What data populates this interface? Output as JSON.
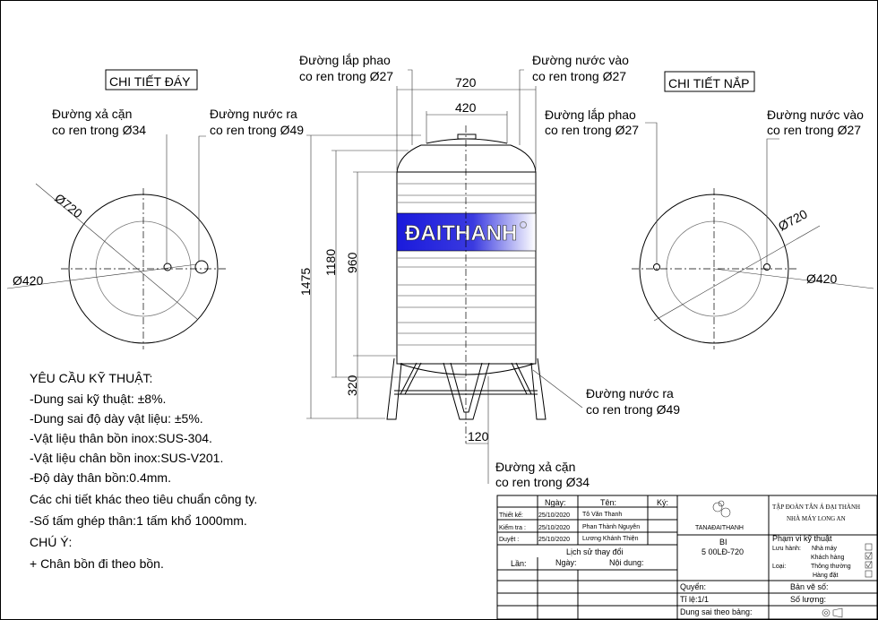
{
  "labels": {
    "bottom_detail": "CHI TIẾT ĐÁY",
    "lid_detail": "CHI TIẾT NẮP",
    "float_top_1": "Đường lắp phao",
    "float_top_2": "co ren trong Ø27",
    "inlet_top_1": "Đường nước vào",
    "inlet_top_2": "co ren trong Ø27",
    "drain_left_1": "Đường xả cặn",
    "drain_left_2": "co ren trong Ø34",
    "outlet_left_1": "Đường nước ra",
    "outlet_left_2": "co ren trong Ø49",
    "float_right_1": "Đường lắp phao",
    "float_right_2": "co ren trong Ø27",
    "inlet_right_1": "Đường nước vào",
    "inlet_right_2": "co ren trong Ø27",
    "outlet_mid_1": "Đường nước ra",
    "outlet_mid_2": "co ren trong Ø49",
    "drain_bot_1": "Đường xả cặn",
    "drain_bot_2": "co ren trong Ø34",
    "brand": "ĐAITHANH"
  },
  "dimensions": {
    "width_outer": "720",
    "width_lid": "420",
    "h_total": "1475",
    "h_body": "1180",
    "h_cyl": "960",
    "h_leg": "320",
    "drain_offset": "120",
    "left_d_outer": "Ø720",
    "left_d_inner": "Ø420",
    "right_d_outer": "Ø720",
    "right_d_inner": "Ø420"
  },
  "requirements": {
    "title": "YÊU CẦU KỸ THUẬT:",
    "items": [
      "-Dung sai kỹ thuật: ±8%.",
      "-Dung sai độ dày vật liệu: ±5%.",
      "-Vật liệu thân bồn inox:SUS-304.",
      "-Vật liệu chân bồn inox:SUS-V201.",
      "-Độ dày thân bồn:0.4mm.",
      "Các chi tiết khác theo tiêu chuẩn công ty.",
      "-Số tấm ghép thân:1 tấm khổ 1000mm."
    ],
    "note_title": "CHÚ Ý:",
    "note": "+ Chân bồn đi theo bồn."
  },
  "title_block": {
    "h_date": "Ngày:",
    "h_name": "Tên:",
    "h_sign": "Ký:",
    "rows": [
      {
        "role": "Thiết kế:",
        "date": "25/10/2020",
        "name": "Tô Văn Thanh"
      },
      {
        "role": "Kiểm tra :",
        "date": "25/10/2020",
        "name": "Phan Thành Nguyên"
      },
      {
        "role": "Duyệt :",
        "date": "25/10/2020",
        "name": "Lương Khánh Thiện"
      }
    ],
    "history": "Lịch sử thay đổi",
    "h_rev": "Lần:",
    "h_rev_date": "Ngày:",
    "h_content": "Nội dung:",
    "logo_text": "TANAÐAITHANH",
    "company_1": "TẬP ĐOÀN TÂN Á ĐẠI THÀNH",
    "company_2": "NHÀ MÁY LONG AN",
    "product_1": "BI",
    "product_2": "5 00LĐ-720",
    "scope": "Phạm vi kỹ thuật",
    "circulation": "Lưu hành:",
    "factory": "Nhà máy",
    "customer": "Khách hàng",
    "type": "Loại:",
    "normal": "Thông thường",
    "special": "Hàng đặt",
    "checks": {
      "factory": false,
      "customer": true,
      "normal": true,
      "special": false
    },
    "book": "Quyển:",
    "drawing_no": "Bản vẽ số:",
    "scale": "Tỉ lệ:1/1",
    "quantity": "Số lượng:",
    "tolerance": "Dung sai theo bảng:"
  },
  "colors": {
    "brand_band": "#1a1adc"
  }
}
